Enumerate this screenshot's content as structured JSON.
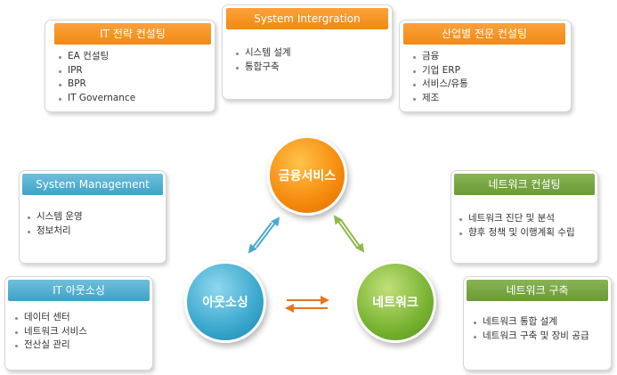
{
  "top_left_card": {
    "title": "IT 전략 컨설팅",
    "items": [
      "EA 컨설팅",
      "IPR",
      "BPR",
      "IT Governance"
    ]
  },
  "top_center_card": {
    "title": "System Intergration",
    "items": [
      "시스템 설계",
      "통합구축"
    ]
  },
  "top_right_card": {
    "title": "산업별 전문 컨설팅",
    "items": [
      "금융",
      "기업 ERP",
      "서비스/유통",
      "제조"
    ]
  },
  "system_mgmt_card": {
    "title": "System Management",
    "items": [
      "시스템 운영",
      "정보처리"
    ]
  },
  "it_outsourcing_card": {
    "title": "IT 아웃소싱",
    "items": [
      "데이터 센터",
      "네트워크 서비스",
      "전산실 관리"
    ]
  },
  "network_consulting_card": {
    "title": "네트워크 컨설팅",
    "items": [
      "네트워크 진단 및 분석",
      "향후 정책 및 이행계획 수립"
    ]
  },
  "network_build_card": {
    "title": "네트워크 구축",
    "items": [
      "네트워크 통합 설계",
      "네트워크 구축 및 장비 공급"
    ]
  },
  "circles": {
    "finance": "금융서비스",
    "outsourcing": "아웃소싱",
    "network": "네트워크"
  },
  "colors": {
    "orange": "#f5900f",
    "teal": "#45a6c9",
    "green": "#6f9f38",
    "arrow_blue": "#4aa8d0",
    "arrow_green": "#8fb94c",
    "arrow_orange": "#e8731e"
  }
}
